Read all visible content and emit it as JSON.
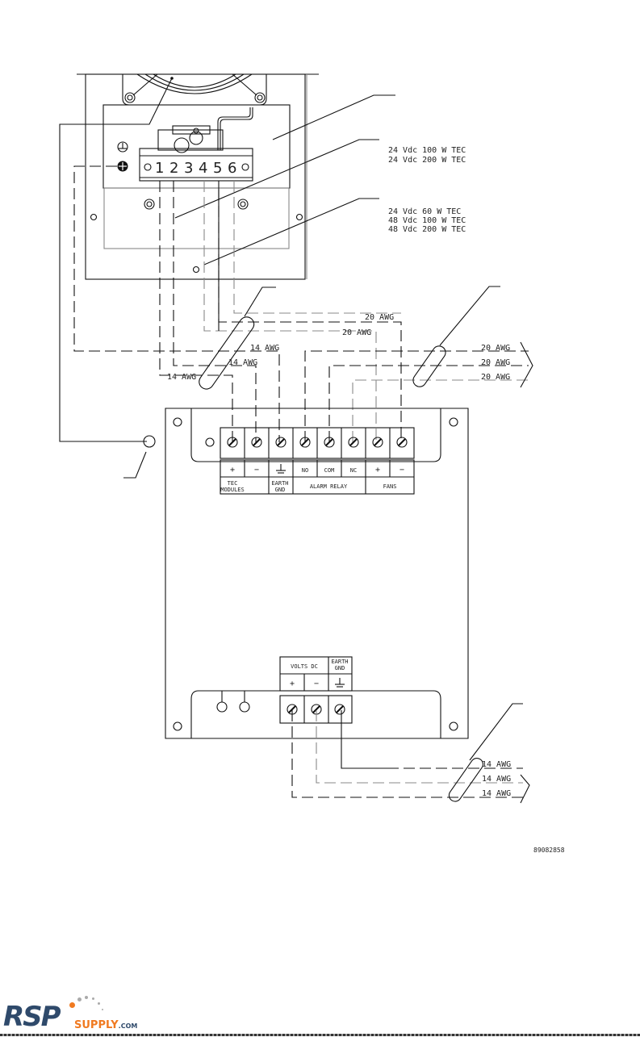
{
  "drawing_number": "89082858",
  "callouts": {
    "group_a": [
      "24 Vdc 100 W TEC",
      "24 Vdc 200 W TEC"
    ],
    "group_b": [
      "24 Vdc 60 W TEC",
      "48 Vdc 100 W TEC",
      "48 Vdc 200 W TEC"
    ]
  },
  "fan_terminal_numbers": [
    "1",
    "2",
    "3",
    "4",
    "5",
    "6"
  ],
  "wire_labels": {
    "top_20awg_1": "20 AWG",
    "top_20awg_2": "20 AWG",
    "mid_14awg_1": "14 AWG",
    "mid_14awg_2": "14 AWG",
    "mid_14awg_3": "14 AWG",
    "right_20awg": [
      "20 AWG",
      "20 AWG",
      "20 AWG"
    ],
    "bottom_14awg": [
      "14 AWG",
      "14 AWG",
      "14 AWG"
    ]
  },
  "terminal_block_top": {
    "symbols": [
      "+",
      "−",
      "earth",
      "NO",
      "COM",
      "NC",
      "+",
      "−"
    ],
    "groups": [
      "TEC\nMODULES",
      "EARTH\nGND",
      "ALARM RELAY",
      "FANS"
    ],
    "group_tec_line1": "TEC",
    "group_tec_line2": "MODULES",
    "group_earth_line1": "EARTH",
    "group_earth_line2": "GND",
    "group_alarm": "ALARM RELAY",
    "group_fans": "FANS"
  },
  "terminal_block_bottom": {
    "group_volts": "VOLTS DC",
    "group_earth_line1": "EARTH",
    "group_earth_line2": "GND",
    "symbols": [
      "+",
      "−",
      "earth"
    ]
  },
  "logo": {
    "brand": "RSP",
    "supply": "SUPPLY",
    "com": ".COM",
    "colors": {
      "navy": "#2f4a6b",
      "orange": "#f07a21",
      "gray": "#aaaaaa"
    }
  }
}
